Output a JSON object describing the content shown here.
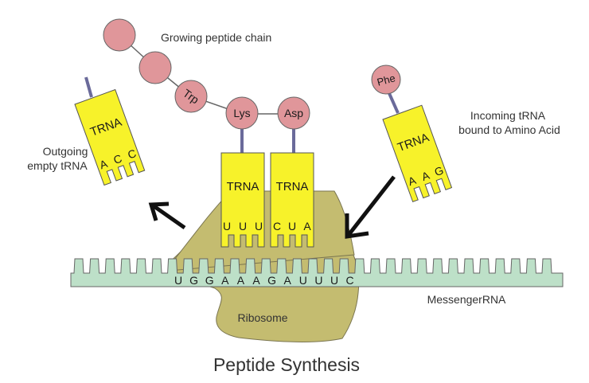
{
  "title": "Peptide Synthesis",
  "labels": {
    "growing_chain": "Growing peptide chain",
    "outgoing_line1": "Outgoing",
    "outgoing_line2": "empty tRNA",
    "incoming_line1": "Incoming  tRNA",
    "incoming_line2": "bound to Amino Acid",
    "ribosome": "Ribosome",
    "mrna": "MessengerRNA"
  },
  "amino_acids": {
    "chain_unlabeled": [
      "",
      ""
    ],
    "trp": "Trp",
    "lys": "Lys",
    "asp": "Asp",
    "phe": "Phe"
  },
  "trnas": {
    "outgoing": {
      "label": "TRNA",
      "anticodon": [
        "A",
        "C",
        "C"
      ]
    },
    "p_site": {
      "label": "TRNA",
      "anticodon": [
        "U",
        "U",
        "U"
      ]
    },
    "a_site": {
      "label": "TRNA",
      "anticodon": [
        "C",
        "U",
        "A"
      ]
    },
    "incoming": {
      "label": "TRNA",
      "anticodon": [
        "A",
        "A",
        "G"
      ]
    }
  },
  "mrna_sequence": [
    "U",
    "G",
    "G",
    "A",
    "A",
    "A",
    "G",
    "A",
    "U",
    "U",
    "U",
    "C"
  ],
  "colors": {
    "trna": "#f7f22a",
    "amino": "#e0969a",
    "ribosome": "#c4bc70",
    "mrna": "#bde0c8",
    "stem": "#6a6a9a",
    "arrow": "#111111"
  }
}
